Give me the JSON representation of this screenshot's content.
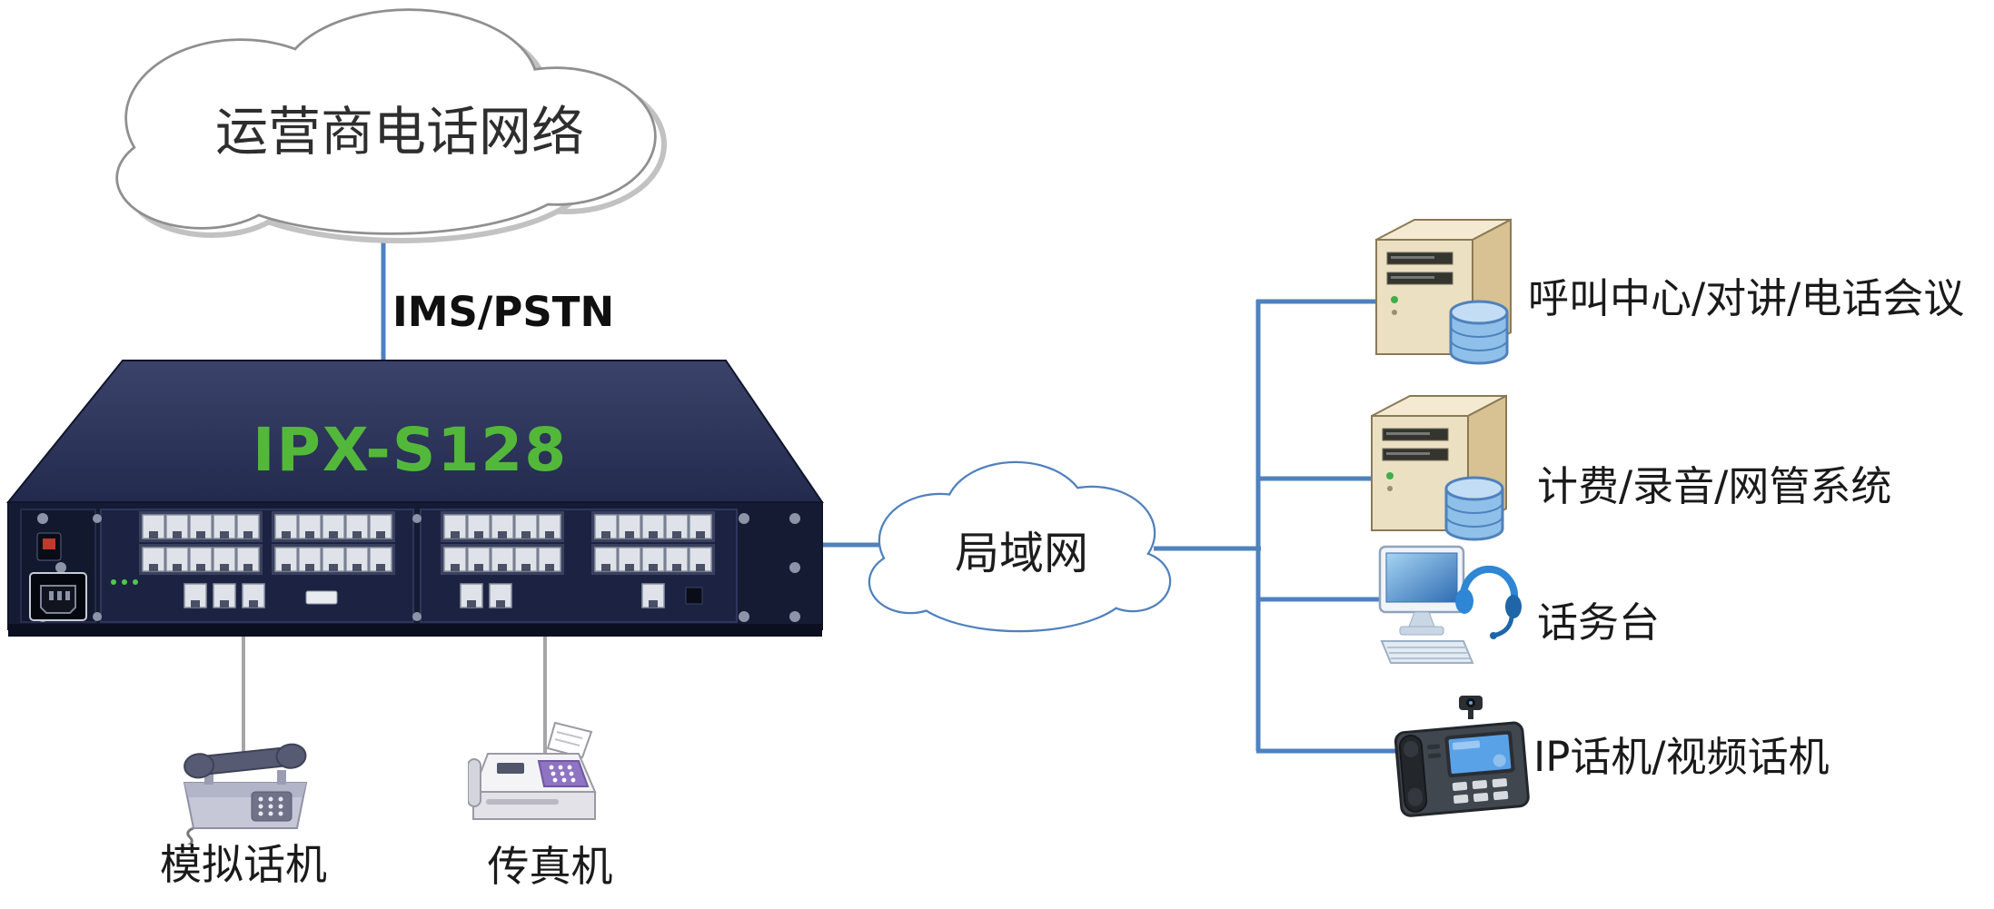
{
  "diagram": {
    "carrier_cloud_label": "运营商电话网络",
    "trunk_label": "IMS/PSTN",
    "device_model": "IPX-S128",
    "lan_cloud_label": "局域网",
    "analog_phone_label": "模拟话机",
    "fax_label": "传真机",
    "branches": [
      {
        "label": "呼叫中心/对讲/电话会议"
      },
      {
        "label": "计费/录音/网管系统"
      },
      {
        "label": "话务台"
      },
      {
        "label": "IP话机/视频话机"
      }
    ],
    "colors": {
      "line_blue": "#4f81bd",
      "carrier_cloud_outline": "#8f8f8f",
      "device_body_navy": "#151b33",
      "model_text_green": "#53b83a",
      "peripheral_line_gray": "#a6a6a6"
    }
  }
}
